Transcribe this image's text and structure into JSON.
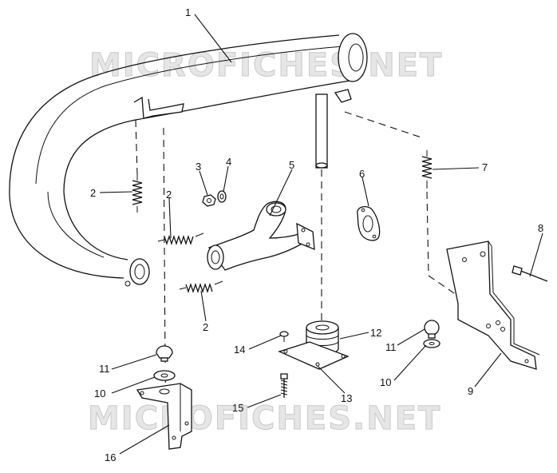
{
  "watermarks": {
    "top": "MICROFICHES.NET",
    "bottom": "MICROFICHES.NET"
  },
  "callouts": {
    "c1": "1",
    "c2a": "2",
    "c2b": "2",
    "c2c": "2",
    "c3": "3",
    "c4": "4",
    "c5": "5",
    "c6": "6",
    "c7": "7",
    "c8": "8",
    "c9": "9",
    "c10a": "10",
    "c10b": "10",
    "c11a": "11",
    "c11b": "11",
    "c12": "12",
    "c13": "13",
    "c14": "14",
    "c15": "15",
    "c16": "16"
  }
}
